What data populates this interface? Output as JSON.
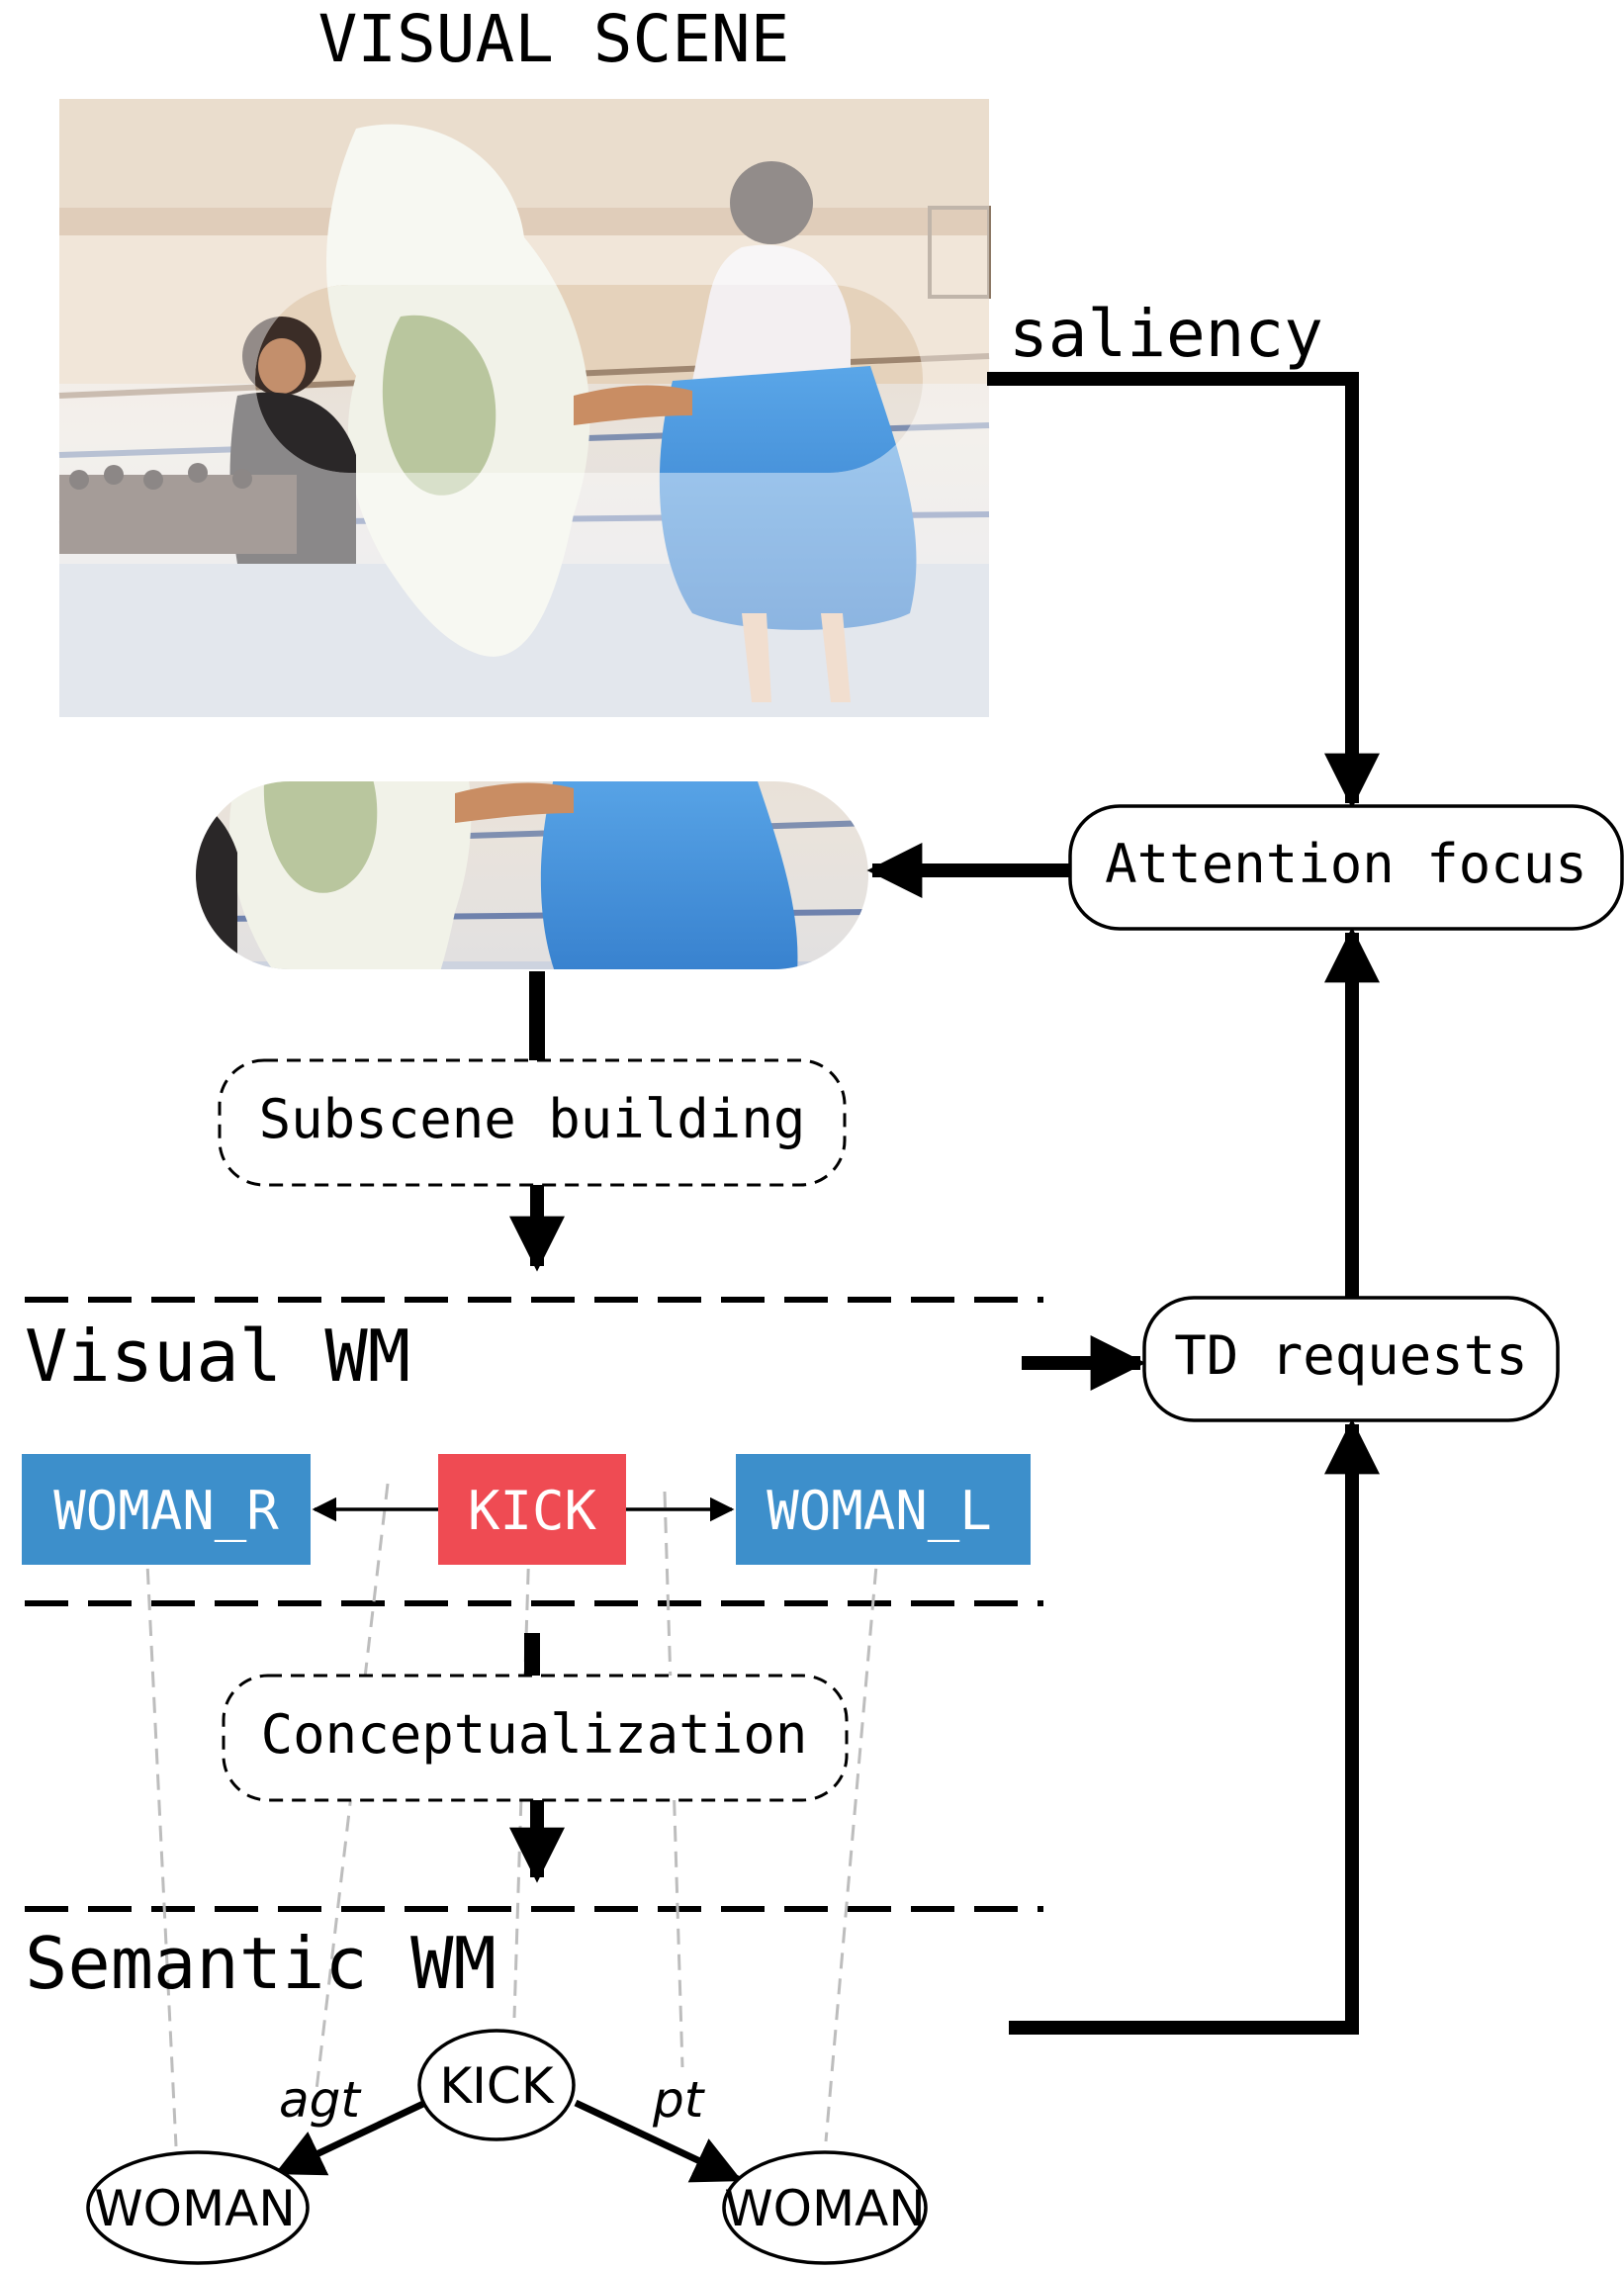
{
  "title": "VISUAL SCENE",
  "labels": {
    "saliency": "saliency",
    "attention_focus": "Attention focus",
    "subscene_building": "Subscene building",
    "visual_wm": "Visual WM",
    "td_requests": "TD requests",
    "conceptualization": "Conceptualization",
    "semantic_wm": "Semantic WM"
  },
  "visual_wm_nodes": {
    "woman_r": "WOMAN_R",
    "kick": "KICK",
    "woman_l": "WOMAN_L"
  },
  "semantic_nodes": {
    "kick": "KICK",
    "woman_left": "WOMAN",
    "woman_right": "WOMAN"
  },
  "edge_labels": {
    "agt": "agt",
    "pt": "pt"
  },
  "colors": {
    "woman_box": "#3d8fcb",
    "kick_box": "#ef4b53",
    "line": "#000000",
    "dashed_link": "#bdbdbd"
  }
}
